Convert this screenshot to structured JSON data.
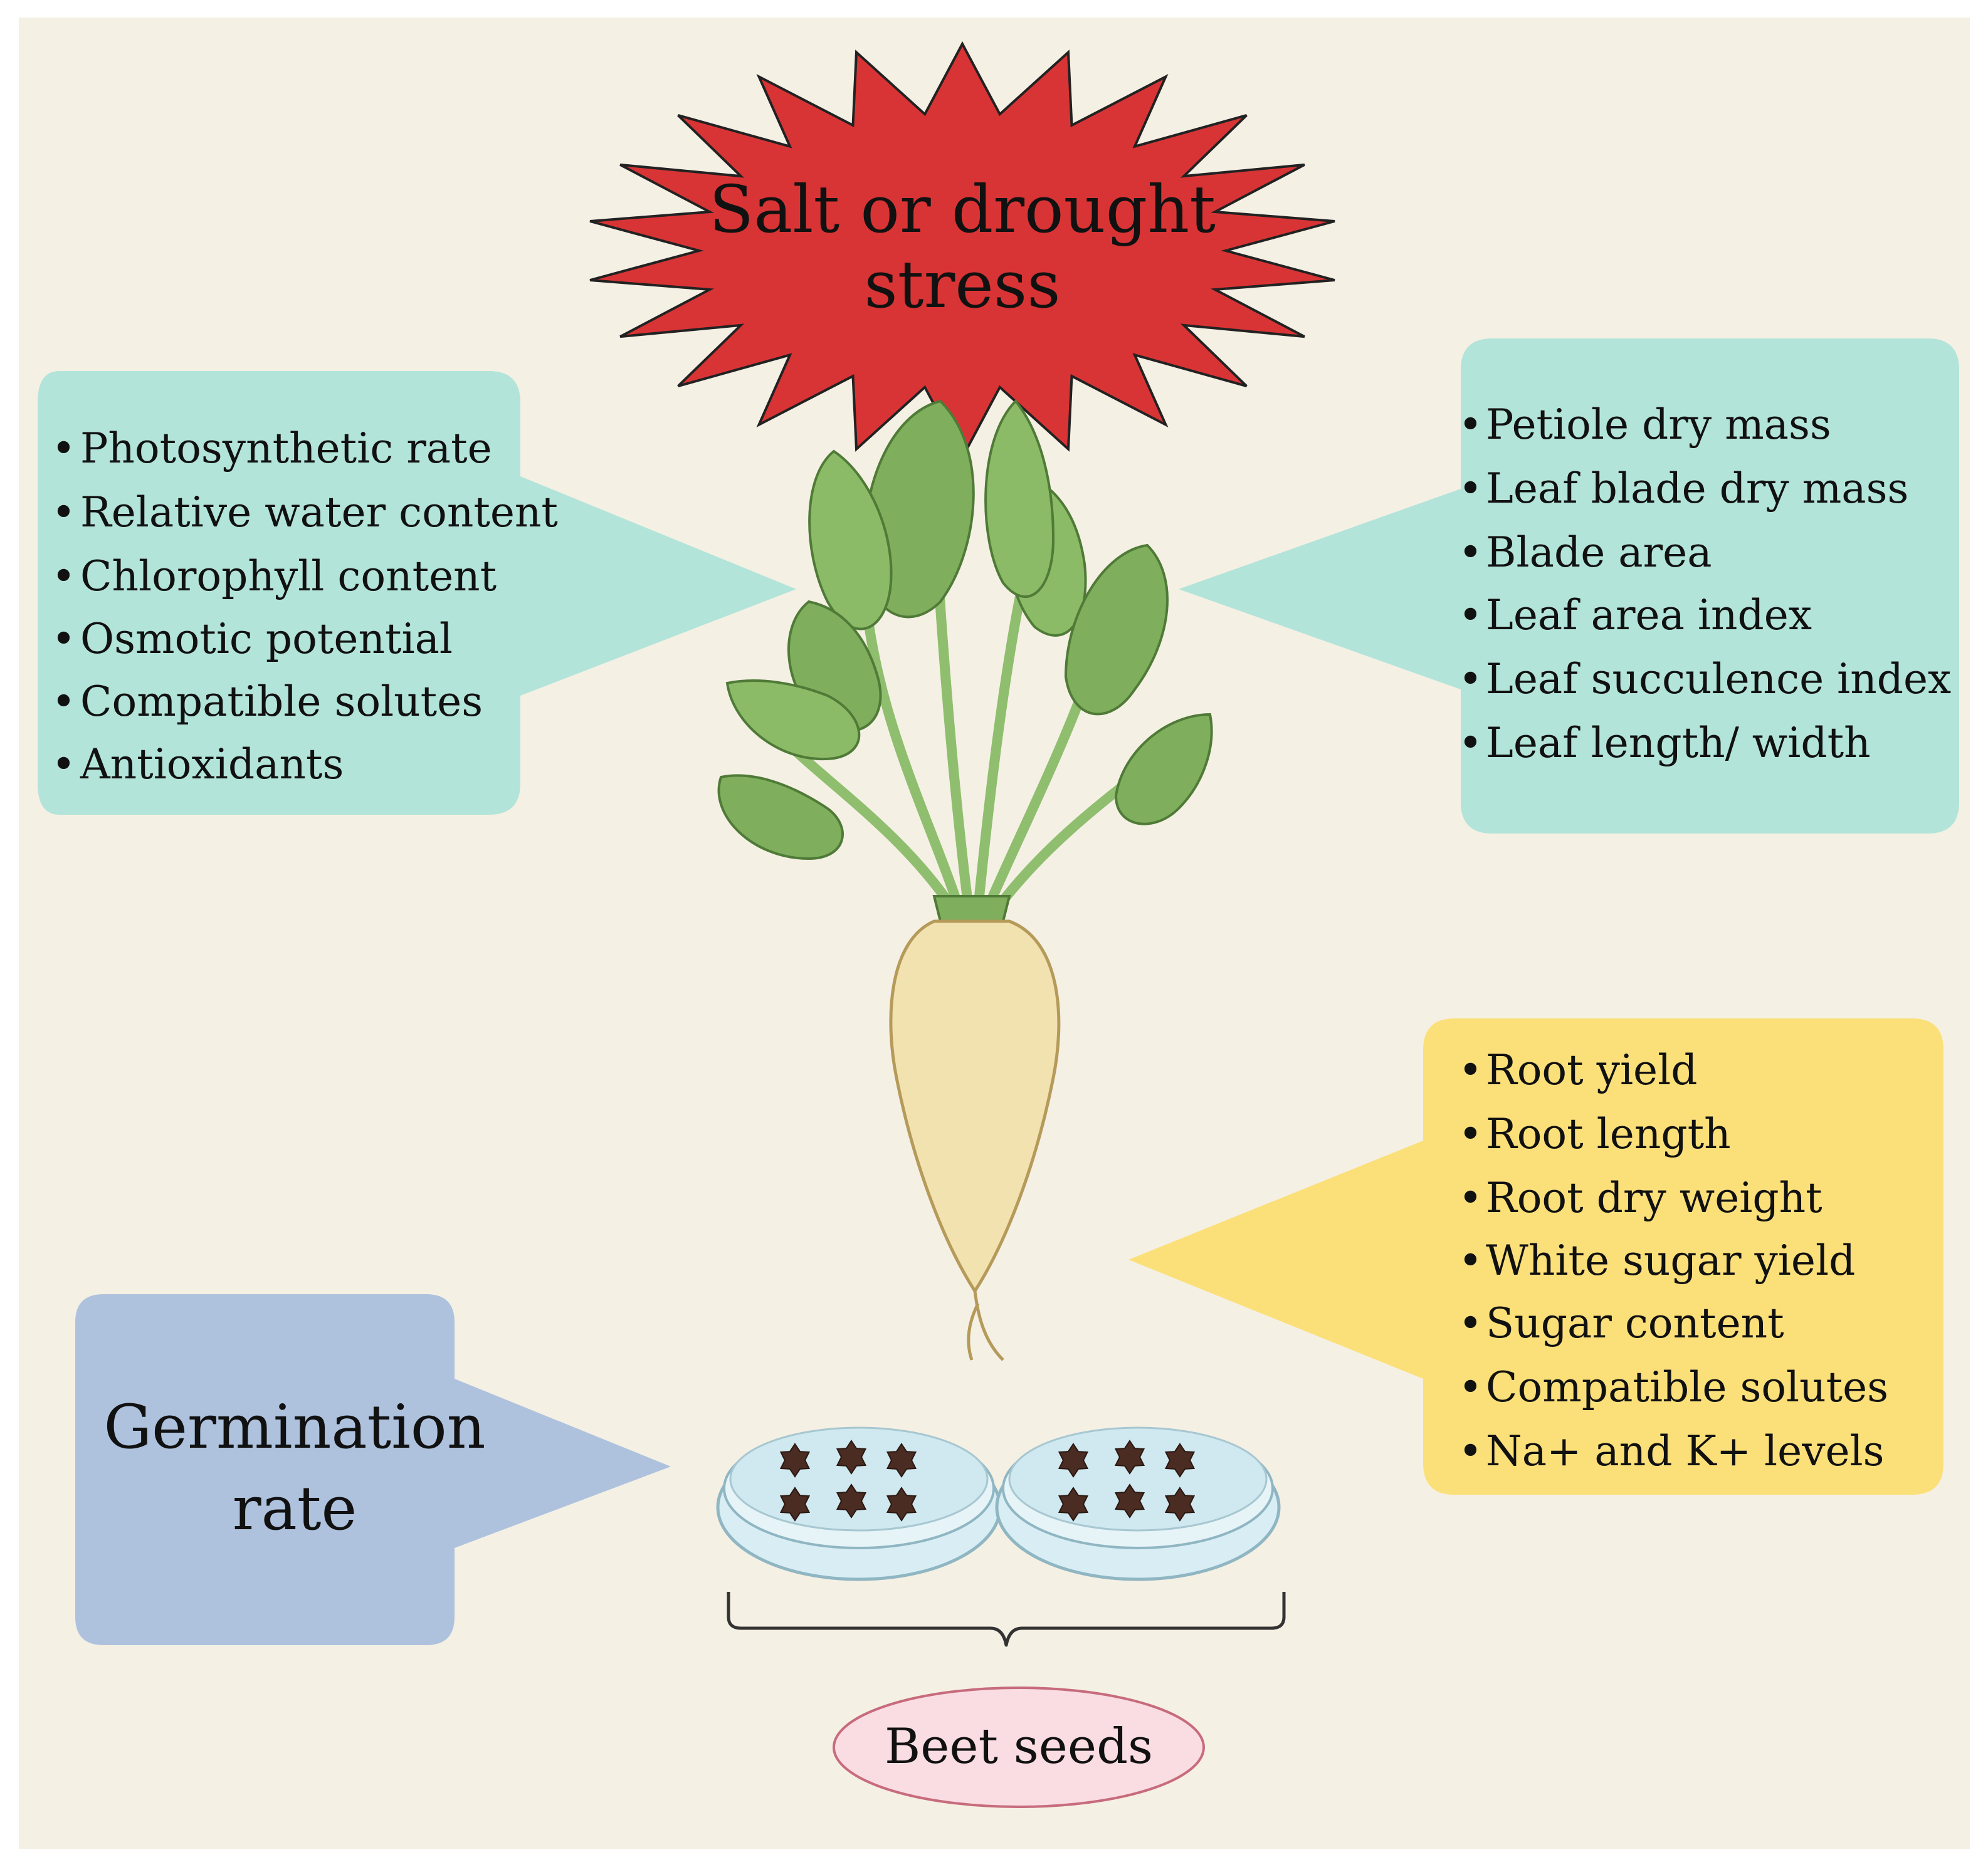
{
  "stress": {
    "line1": "Salt or drought",
    "line2": "stress"
  },
  "left_box": {
    "items": [
      "Photosynthetic rate",
      "Relative water content",
      "Chlorophyll content",
      "Osmotic potential",
      "Compatible solutes",
      "Antioxidants"
    ]
  },
  "right_box": {
    "items": [
      "Petiole dry mass",
      "Leaf blade dry mass",
      "Blade area",
      "Leaf area index",
      "Leaf succulence index",
      "Leaf length/ width"
    ]
  },
  "root_box": {
    "items": [
      "Root yield",
      "Root length",
      "Root dry weight",
      "White sugar yield",
      "Sugar content",
      "Compatible solutes",
      "Na+ and K+ levels"
    ]
  },
  "germination": {
    "line1": "Germination",
    "line2": "rate"
  },
  "seeds_label": "Beet seeds",
  "bullet_char": "•",
  "colors": {
    "background": "#f5f0e4",
    "starburst": "#d93435",
    "teal_box": "#b3e4d9",
    "yellow_box": "#fbe07a",
    "blue_box": "#aec2de",
    "seeds_oval": "#f9dde2",
    "leaf": "#7fae5c",
    "root": "#f1e2b0",
    "seed": "#4a2c22"
  }
}
